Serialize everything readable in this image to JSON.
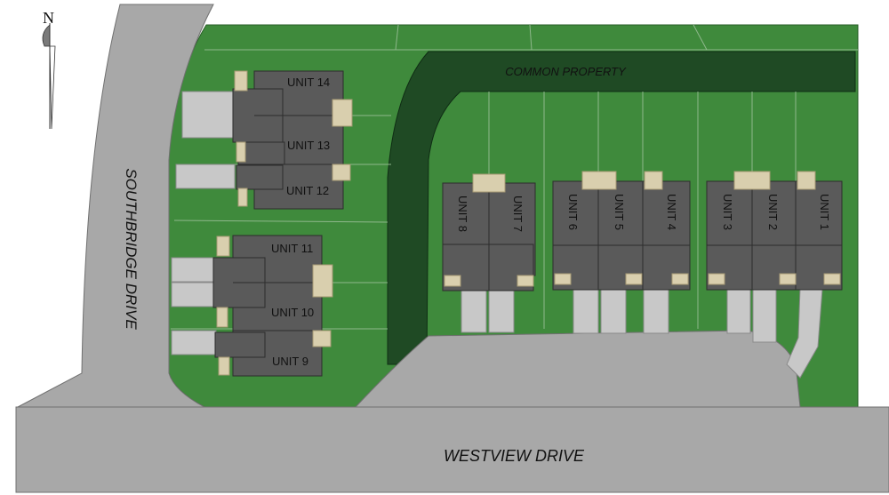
{
  "map": {
    "north_symbol": "N",
    "roads": {
      "south": "WESTVIEW DRIVE",
      "west": "SOUTHBRIDGE DRIVE"
    },
    "common_area": "COMMON PROPERTY",
    "units": [
      {
        "id": "unit-1",
        "label": "UNIT 1"
      },
      {
        "id": "unit-2",
        "label": "UNIT 2"
      },
      {
        "id": "unit-3",
        "label": "UNIT 3"
      },
      {
        "id": "unit-4",
        "label": "UNIT 4"
      },
      {
        "id": "unit-5",
        "label": "UNIT 5"
      },
      {
        "id": "unit-6",
        "label": "UNIT 6"
      },
      {
        "id": "unit-7",
        "label": "UNIT 7"
      },
      {
        "id": "unit-8",
        "label": "UNIT 8"
      },
      {
        "id": "unit-9",
        "label": "UNIT 9"
      },
      {
        "id": "unit-10",
        "label": "UNIT 10"
      },
      {
        "id": "unit-11",
        "label": "UNIT 11"
      },
      {
        "id": "unit-12",
        "label": "UNIT 12"
      },
      {
        "id": "unit-13",
        "label": "UNIT 13"
      },
      {
        "id": "unit-14",
        "label": "UNIT 14"
      }
    ],
    "colors": {
      "lawn": "#3f8a3c",
      "common_property": "#1f4a24",
      "road": "#a8a8a8",
      "driveway": "#c8c8c8",
      "roof": "#5a5a5a",
      "porch": "#d9cfae",
      "lot_line": "#9ab89a"
    }
  }
}
